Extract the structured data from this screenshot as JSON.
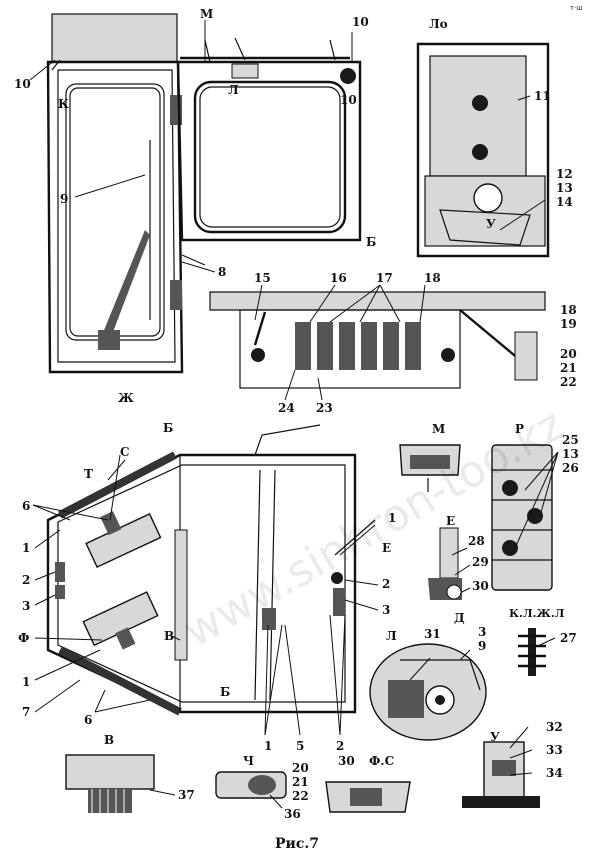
{
  "figure": {
    "caption": "Рис.7",
    "corner_mark": "т·ш",
    "watermark": "www.sinhron-too.kz"
  },
  "views": {
    "view_lo": "Ло",
    "view_zh": "Ж",
    "view_m": "М",
    "view_r": "Р",
    "view_e": "Е",
    "view_d": "Д",
    "view_v": "В",
    "view_ch": "Ч",
    "view_fs": "Ф.С",
    "view_u": "У",
    "view_klzh": "К.Л.Ж.Л"
  },
  "labels": {
    "top": {
      "M": "М",
      "n10a": "10",
      "n10b": "10",
      "n10c": "10",
      "K": "К",
      "L": "Л",
      "n11": "11",
      "n12": "12",
      "n13": "13",
      "n14": "14",
      "U": "У",
      "n9": "9",
      "B": "Б",
      "n8": "8",
      "n15": "15",
      "n16": "16",
      "n17": "17",
      "n18": "18",
      "B2": "Б",
      "n18b": "18",
      "n19": "19",
      "n20": "20",
      "n21": "21",
      "n22": "22",
      "n24": "24",
      "n23": "23"
    },
    "mid": {
      "T": "Т",
      "C": "С",
      "B": "Б",
      "n6": "6",
      "n1": "1",
      "n2": "2",
      "n3": "3",
      "F": "Ф",
      "n1b": "1",
      "n7": "7",
      "n6b": "6",
      "B3": "В",
      "B4": "Б",
      "n1c": "1",
      "E": "Е",
      "n2b": "2",
      "n3b": "3",
      "n1d": "1",
      "n5": "5",
      "n2c": "2",
      "n25": "25",
      "n13": "13",
      "n26": "26",
      "R": "Р",
      "n28": "28",
      "n29": "29",
      "n30": "30",
      "D": "Д",
      "n3c": "3",
      "n9": "9",
      "n31": "31",
      "L": "Л",
      "n27": "27"
    },
    "bottom": {
      "n37": "37",
      "n20": "20",
      "n21": "21",
      "n22": "22",
      "n36": "36",
      "n30": "30",
      "n32": "32",
      "n33": "33",
      "n34": "34"
    }
  }
}
